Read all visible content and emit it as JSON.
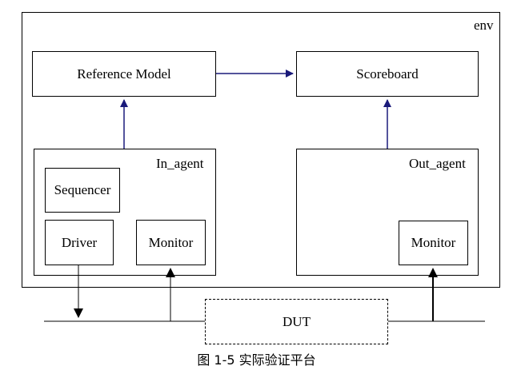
{
  "env": {
    "label": "env"
  },
  "reference_model": {
    "label": "Reference  Model"
  },
  "scoreboard": {
    "label": "Scoreboard"
  },
  "in_agent": {
    "label": "In_agent"
  },
  "out_agent": {
    "label": "Out_agent"
  },
  "sequencer": {
    "label": "Sequencer"
  },
  "driver": {
    "label": "Driver"
  },
  "in_monitor": {
    "label": "Monitor"
  },
  "out_monitor": {
    "label": "Monitor"
  },
  "dut": {
    "label": "DUT"
  },
  "caption": "图 1-5 实际验证平台",
  "colors": {
    "connection": "#1a1a7a",
    "line": "#000000"
  }
}
